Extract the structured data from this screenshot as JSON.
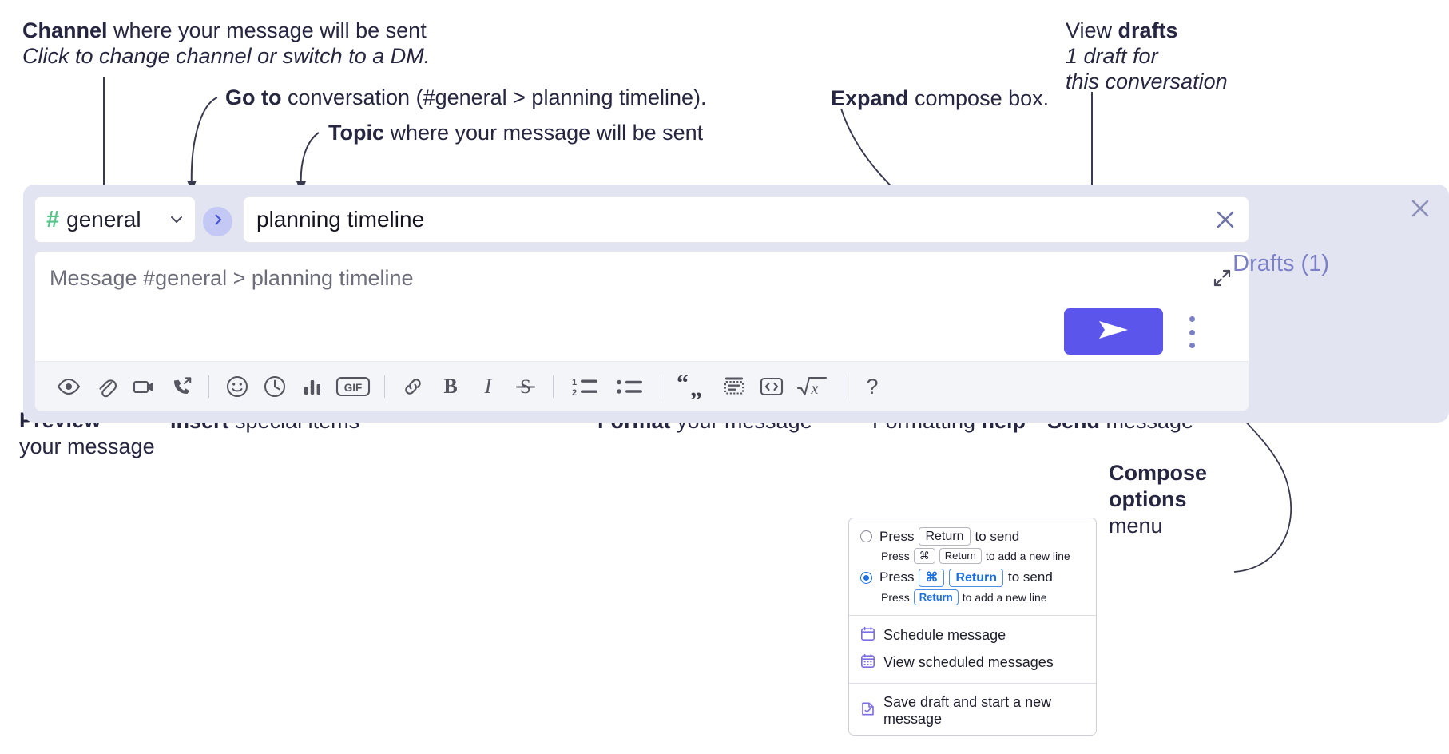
{
  "annotations": {
    "channel": {
      "bold": "Channel",
      "rest": " where your message will be sent",
      "italic": "Click to change channel or switch to a DM."
    },
    "goto": {
      "bold": "Go to",
      "rest": " conversation (#general > planning timeline)."
    },
    "topic": {
      "bold": "Topic",
      "rest": " where your message will be sent"
    },
    "expand": {
      "bold": "Expand",
      "rest": " compose box."
    },
    "drafts": {
      "line1_normal": "View ",
      "line1_bold": "drafts",
      "line2": "1 draft for",
      "line3": "this conversation"
    },
    "preview": {
      "bold": "Preview",
      "rest": "your message"
    },
    "insert": {
      "bold": "Insert",
      "rest": " special items"
    },
    "format": {
      "bold": "Format",
      "rest": " your message"
    },
    "help": {
      "normal": "Formatting ",
      "bold": "help"
    },
    "send": {
      "bold": "Send",
      "rest": " message"
    },
    "compose_options": {
      "line1": "Compose",
      "line2": "options",
      "line3": "menu"
    }
  },
  "compose": {
    "channel_name": "general",
    "channel_hash": "#",
    "topic_value": "planning timeline",
    "message_placeholder": "Message #general > planning timeline",
    "drafts_label": "Drafts (1)",
    "send_icon": "send-paper-plane-icon",
    "toolbar": [
      {
        "name": "preview-icon",
        "label": "Preview"
      },
      {
        "name": "attachment-icon",
        "label": "Attach file"
      },
      {
        "name": "video-icon",
        "label": "Video"
      },
      {
        "name": "call-icon",
        "label": "Call"
      },
      {
        "name": "separator",
        "label": ""
      },
      {
        "name": "emoji-icon",
        "label": "Emoji"
      },
      {
        "name": "clock-icon",
        "label": "Reminder"
      },
      {
        "name": "poll-icon",
        "label": "Poll"
      },
      {
        "name": "gif-icon",
        "label": "GIF"
      },
      {
        "name": "separator",
        "label": ""
      },
      {
        "name": "link-icon",
        "label": "Link"
      },
      {
        "name": "bold-icon",
        "label": "B"
      },
      {
        "name": "italic-icon",
        "label": "I"
      },
      {
        "name": "strikethrough-icon",
        "label": "S"
      },
      {
        "name": "separator",
        "label": ""
      },
      {
        "name": "ordered-list-icon",
        "label": "Ordered list"
      },
      {
        "name": "bulleted-list-icon",
        "label": "Bulleted list"
      },
      {
        "name": "separator",
        "label": ""
      },
      {
        "name": "blockquote-icon",
        "label": "Blockquote"
      },
      {
        "name": "code-block-icon",
        "label": "Code block"
      },
      {
        "name": "inline-code-icon",
        "label": "Inline code"
      },
      {
        "name": "math-icon",
        "label": "Math"
      },
      {
        "name": "separator",
        "label": ""
      },
      {
        "name": "help-icon",
        "label": "?"
      }
    ]
  },
  "options_menu": {
    "option1": {
      "selected": false,
      "press": "Press",
      "key": "Return",
      "to_send": "to send",
      "sub_press": "Press",
      "sub_key1": "⌘",
      "sub_key2": "Return",
      "sub_tail": "to add a new line"
    },
    "option2": {
      "selected": true,
      "press": "Press",
      "key1": "⌘",
      "key2": "Return",
      "to_send": "to send",
      "sub_press": "Press",
      "sub_key": "Return",
      "sub_tail": "to add a new line"
    },
    "items": [
      {
        "icon": "calendar-icon",
        "label": "Schedule message"
      },
      {
        "icon": "calendar-grid-icon",
        "label": "View scheduled messages"
      },
      {
        "icon": "save-draft-icon",
        "label": "Save draft and start a new message"
      }
    ]
  },
  "colors": {
    "panel_bg": "#e3e4f1",
    "send_button": "#5b55eb",
    "hash_green": "#56c38a",
    "goto_circle": "#c3c8f4",
    "drafts_text": "#7b80c5",
    "accent_blue": "#1b6fe0",
    "menu_icon_purple": "#7a6ee0"
  }
}
